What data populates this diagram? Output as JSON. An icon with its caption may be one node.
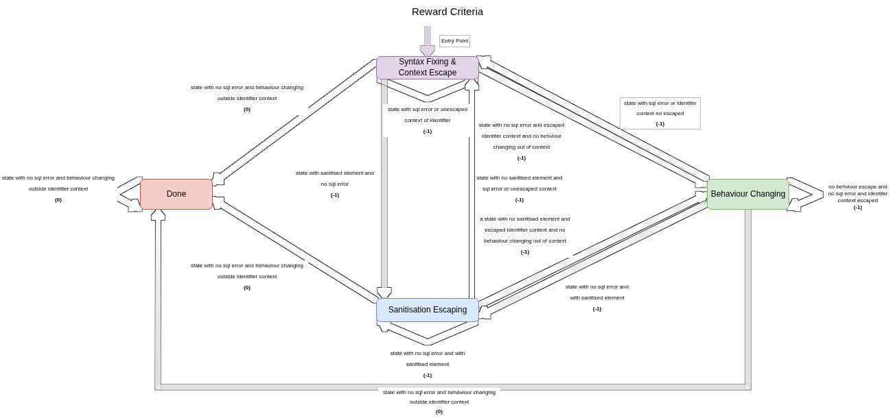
{
  "diagram": {
    "title": "Reward Criteria",
    "nodes": [
      {
        "text": [
          "Syntax Fixing & Context Escape"
        ]
      },
      {
        "text": [
          "Done"
        ]
      },
      {
        "text": [
          "Behaviour Changing"
        ]
      },
      {
        "text": [
          "Sanitisation Escaping"
        ]
      }
    ],
    "edges": [
      {
        "from": null,
        "to": 0,
        "arrow": "to",
        "label": "Entry Point",
        "color": "#e1d5e7"
      },
      {
        "from": 0,
        "to": 1,
        "arrow": "to",
        "label": "state with no sql error and behaviour changing outside identifier context **(0)**"
      },
      {
        "from": 0,
        "to": 0,
        "arrow": "to",
        "label": "state with sql error or unescaped context of identifier **(-1)**"
      },
      {
        "from": 0,
        "to": 3,
        "arrow": "to",
        "label": "state with sanitised element and no sql error **(-1)**"
      },
      {
        "from": 3,
        "to": 0,
        "arrow": "to",
        "label": "state with no sanitised element and sql error or unescaped context **(-1)**"
      },
      {
        "from": 0,
        "to": 2,
        "arrow": "to",
        "label": "state with no sql error and escaped identifer context and no behviour changing out of context **(-1)**"
      },
      {
        "from": 2,
        "to": 0,
        "arrow": "to",
        "label": "state with sql error or identifer context no escaped **(-1)**"
      },
      {
        "from": 2,
        "to": 2,
        "arrow": "to",
        "label": "no behviour escape and no sql error and identifer context escaped **(-1)**"
      },
      {
        "from": 3,
        "to": 2,
        "arrow": "to",
        "label": "a state with no sanitised element and escaped identifier context and no behaviour changing out of context **(-1)**"
      },
      {
        "from": 2,
        "to": 3,
        "arrow": "to",
        "label": "state with no sql error and with sanitised element **(-1)**"
      },
      {
        "from": 3,
        "to": 1,
        "arrow": "to",
        "label": "state with no sql error and behaviour changing outside identifier context **(0)**"
      },
      {
        "from": 3,
        "to": 3,
        "arrow": "to",
        "label": "state with no sql error and with sanitised element **(-1)**"
      },
      {
        "from": 2,
        "to": 1,
        "arrow": "to",
        "label": "state with no sql error and behaviour changing outside identifier context **(0)**"
      },
      {
        "from": 1,
        "to": 1,
        "arrow": "to",
        "label": "state with no sql error and behaviour changing outside identifier context **(0)**"
      }
    ]
  }
}
